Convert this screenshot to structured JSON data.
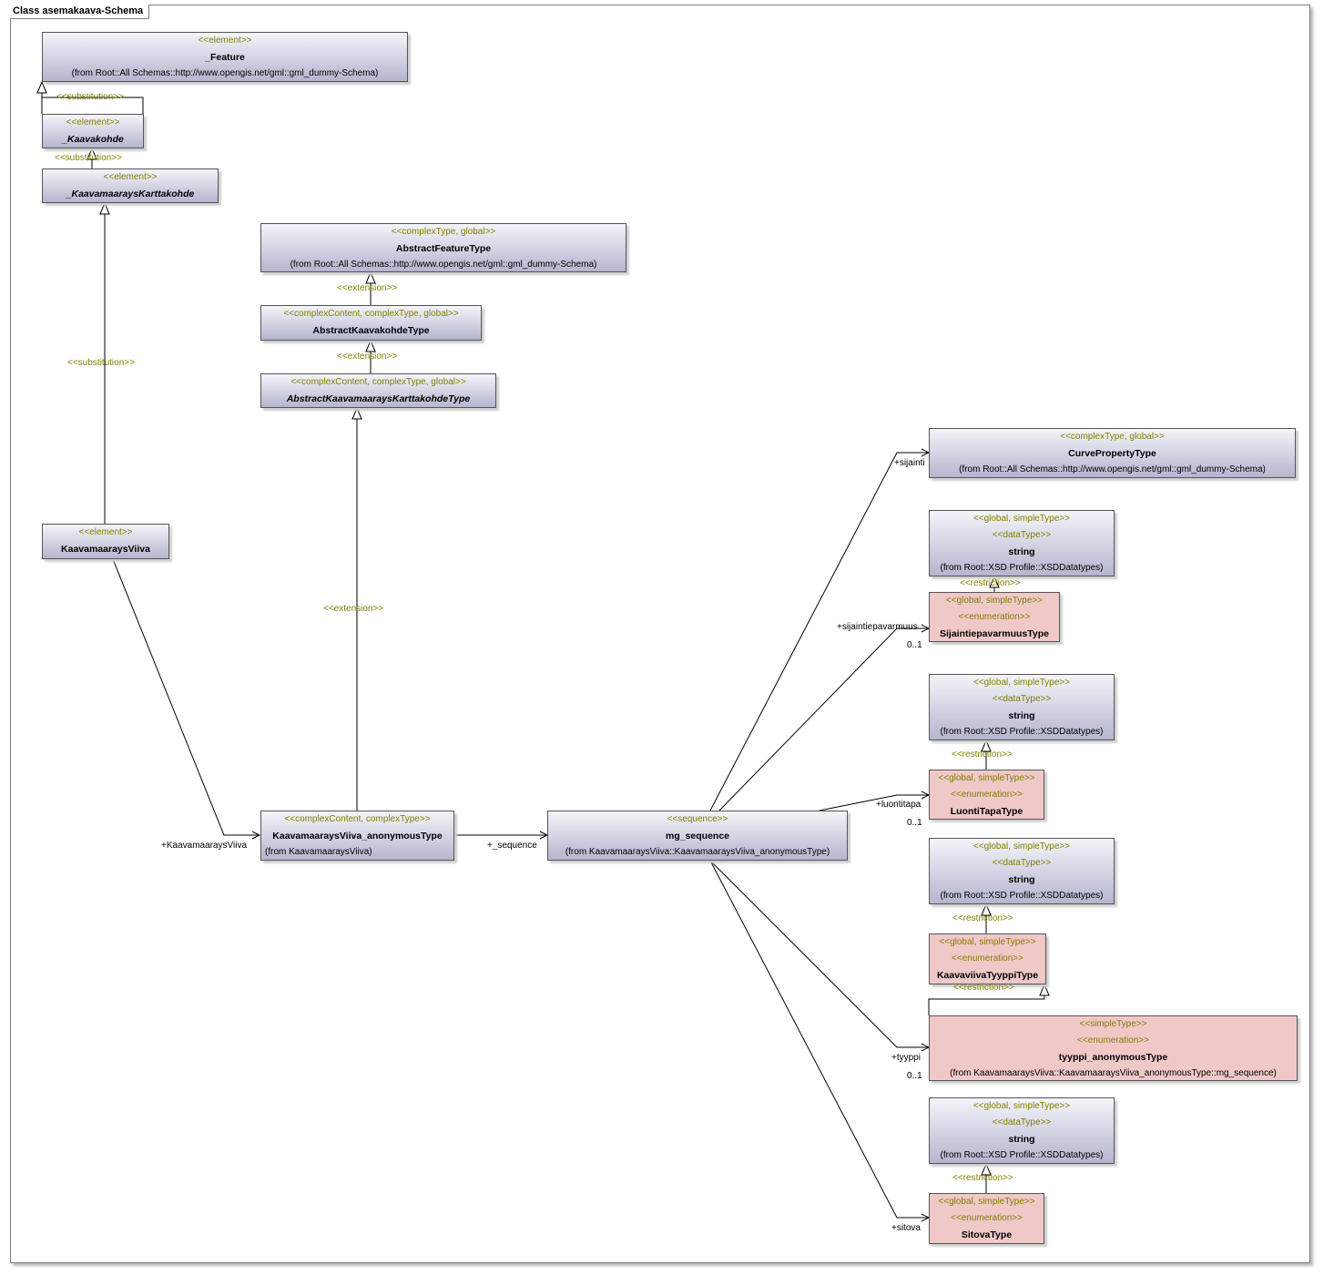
{
  "frame": {
    "title": "Class asemakaava-Schema"
  },
  "classes": {
    "feature": {
      "stereotypes": [
        "<<element>>"
      ],
      "name": "_Feature",
      "from": "(from Root::All Schemas::http://www.opengis.net/gml::gml_dummy-Schema)"
    },
    "kaavakohde": {
      "stereotypes": [
        "<<element>>"
      ],
      "name": "_Kaavakohde"
    },
    "kaavamaarays_karttakohde": {
      "stereotypes": [
        "<<element>>"
      ],
      "name": "_KaavamaaraysKarttakohde"
    },
    "kaavamaarays_viiva": {
      "stereotypes": [
        "<<element>>"
      ],
      "name": "KaavamaaraysViiva"
    },
    "abstract_feature_type": {
      "stereotypes": [
        "<<complexType, global>>"
      ],
      "name": "AbstractFeatureType",
      "from": "(from Root::All Schemas::http://www.opengis.net/gml::gml_dummy-Schema)"
    },
    "abstract_kaavakohde_type": {
      "stereotypes": [
        "<<complexContent, complexType, global>>"
      ],
      "name": "AbstractKaavakohdeType"
    },
    "abstract_kaavamaarays_karttakohde_type": {
      "stereotypes": [
        "<<complexContent, complexType, global>>"
      ],
      "name": "AbstractKaavamaaraysKarttakohdeType"
    },
    "kaavamaarays_viiva_anonymous": {
      "stereotypes": [
        "<<complexContent, complexType>>"
      ],
      "name": "KaavamaaraysViiva_anonymousType",
      "from": "(from KaavamaaraysViiva)"
    },
    "mg_sequence": {
      "stereotypes": [
        "<<sequence>>"
      ],
      "name": "mg_sequence",
      "from": "(from KaavamaaraysViiva::KaavamaaraysViiva_anonymousType)"
    },
    "curve_property_type": {
      "stereotypes": [
        "<<complexType, global>>"
      ],
      "name": "CurvePropertyType",
      "from": "(from Root::All Schemas::http://www.opengis.net/gml::gml_dummy-Schema)"
    },
    "string1": {
      "stereotypes": [
        "<<global, simpleType>>",
        "<<dataType>>"
      ],
      "name": "string",
      "from": "(from Root::XSD Profile::XSDDatatypes)"
    },
    "sijainti_type": {
      "stereotypes": [
        "<<global, simpleType>>",
        "<<enumeration>>"
      ],
      "name": "SijaintiepavarmuusType"
    },
    "string2": {
      "stereotypes": [
        "<<global, simpleType>>",
        "<<dataType>>"
      ],
      "name": "string",
      "from": "(from Root::XSD Profile::XSDDatatypes)"
    },
    "luontitapa_type": {
      "stereotypes": [
        "<<global, simpleType>>",
        "<<enumeration>>"
      ],
      "name": "LuontiTapaType"
    },
    "string3": {
      "stereotypes": [
        "<<global, simpleType>>",
        "<<dataType>>"
      ],
      "name": "string",
      "from": "(from Root::XSD Profile::XSDDatatypes)"
    },
    "kaavaviiva_type": {
      "stereotypes": [
        "<<global, simpleType>>",
        "<<enumeration>>"
      ],
      "name": "KaavaviivaTyyppiType"
    },
    "tyyppi_anonymous": {
      "stereotypes": [
        "<<simpleType>>",
        "<<enumeration>>"
      ],
      "name": "tyyppi_anonymousType",
      "from": "(from KaavamaaraysViiva::KaavamaaraysViiva_anonymousType::mg_sequence)"
    },
    "string4": {
      "stereotypes": [
        "<<global, simpleType>>",
        "<<dataType>>"
      ],
      "name": "string",
      "from": "(from Root::XSD Profile::XSDDatatypes)"
    },
    "sitova_type": {
      "stereotypes": [
        "<<global, simpleType>>",
        "<<enumeration>>"
      ],
      "name": "SitovaType"
    }
  },
  "labels": {
    "substitution_1": "<<substitution>>",
    "substitution_2": "<<substitution>>",
    "substitution_3": "<<substitution>>",
    "extension_1": "<<extension>>",
    "extension_2": "<<extension>>",
    "extension_3": "<<extension>>",
    "restriction_1": "<<restriction>>",
    "restriction_2": "<<restriction>>",
    "restriction_3": "<<restriction>>",
    "restriction_4": "<<restriction>>",
    "restriction_5": "<<restriction>>",
    "role_kaavamaarays_viiva": "+KaavamaaraysViiva",
    "role_sequence": "+_sequence",
    "role_sijainti": "+sijainti",
    "role_sijaintiepavarmuus": "+sijaintiepavarmuus",
    "mult_sijaintiepavarmuus": "0..1",
    "role_luontitapa": "+luontitapa",
    "mult_luontitapa": "0..1",
    "role_tyyppi": "+tyyppi",
    "mult_tyyppi": "0..1",
    "role_sitova": "+sitova"
  }
}
